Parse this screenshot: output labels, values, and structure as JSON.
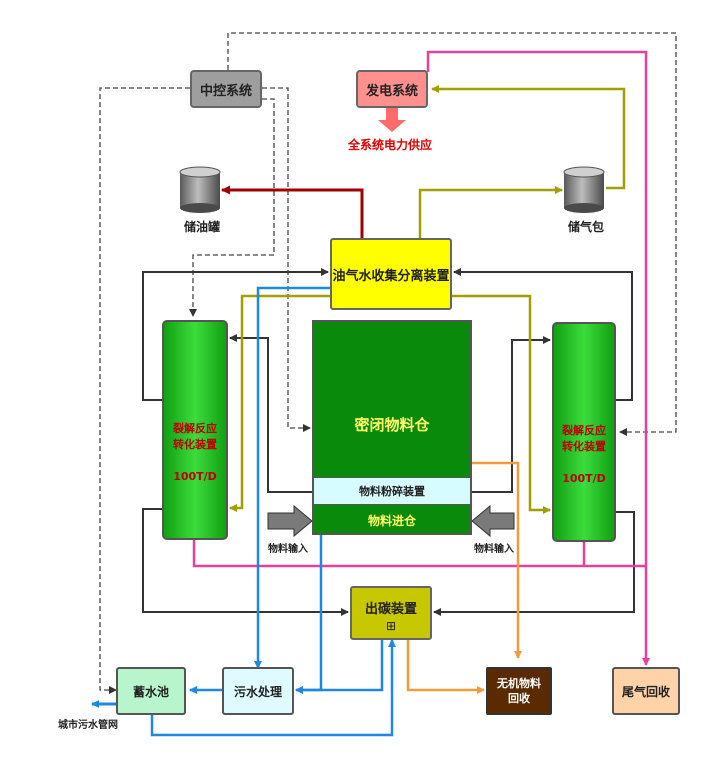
{
  "nodes": {
    "central_control": "中控系统",
    "power_system": "发电系统",
    "power_supply": "全系统电力供应",
    "oil_tank": "储油罐",
    "gas_bag": "储气包",
    "separator": "油气水收集分离装置",
    "sealed_bin": "密闭物料仓",
    "crusher": "物料粉碎装置",
    "feed": "物料进仓",
    "left_reactor_name": "裂解反应\n转化装置",
    "left_reactor_capacity": "100T/D",
    "right_reactor_name": "裂解反应\n转化装置",
    "right_reactor_capacity": "100T/D",
    "left_input": "物料输入",
    "right_input": "物料输入",
    "carbon_out": "出碳装置",
    "carbon_symbol": "⊞",
    "reservoir": "蓄水池",
    "sewer": "城市污水管网",
    "water_treatment": "污水处理",
    "inorganic_recovery": "无机物料\n回收",
    "tail_gas": "尾气回收"
  },
  "colors": {
    "control_gray": "#9e9e9e",
    "power_red": "#ff9090",
    "separator_yellow": "#ffff00",
    "bin_green": "#0a8a0a",
    "reactor_green": "#22c422",
    "crusher_cyan": "#d6fcff",
    "carbon_olive": "#c8c800",
    "reservoir_mint": "#b8f5cc",
    "water_cyan": "#e0fbff",
    "inorganic_brown": "#5a2a00",
    "tail_peach": "#ffd2a8",
    "oil_line": "#a00000",
    "gas_line": "#a0a000",
    "water_line": "#1e88e5",
    "tail_line": "#e6409a",
    "ash_line": "#f59a3a",
    "flow_line": "#333333"
  }
}
